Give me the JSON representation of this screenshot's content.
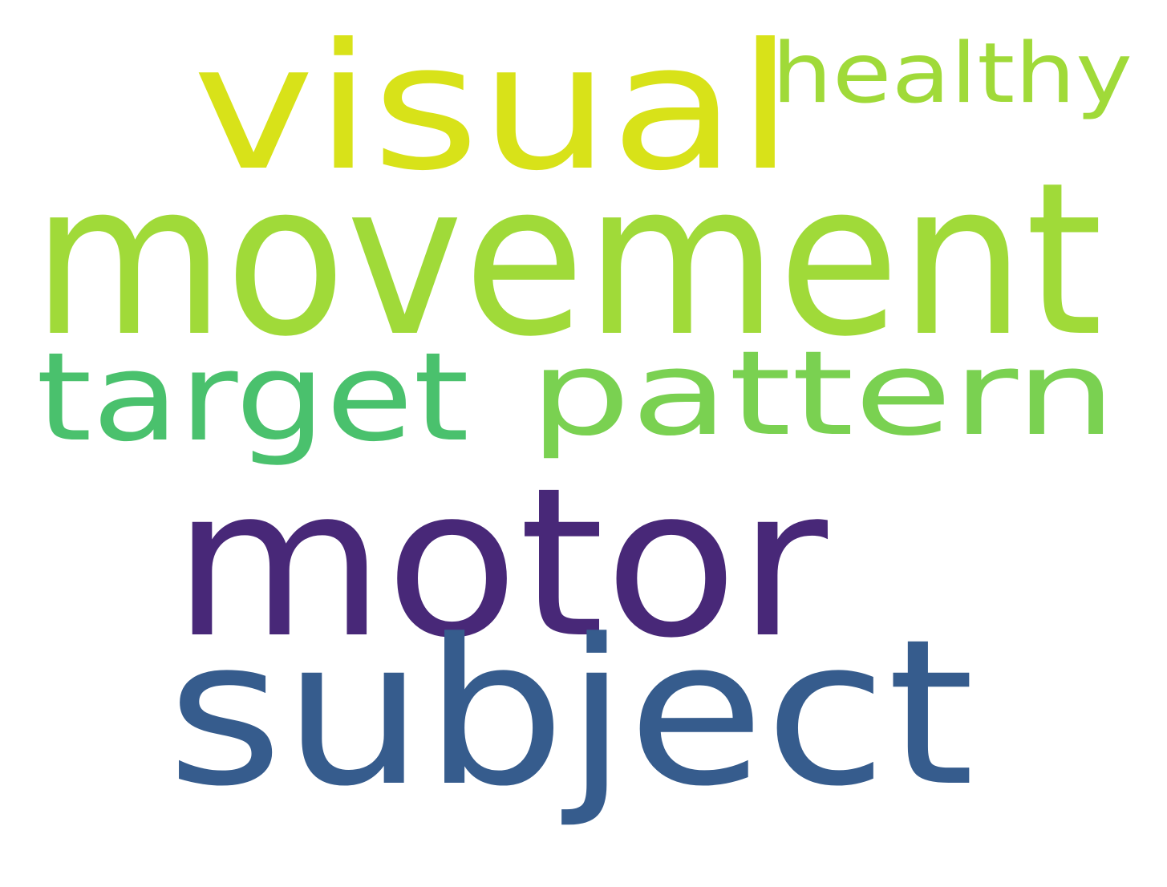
{
  "word_cloud": {
    "words": [
      {
        "id": "visual",
        "text": "visual",
        "color": "#d8e219"
      },
      {
        "id": "healthy",
        "text": "healthy",
        "color": "#a0da39"
      },
      {
        "id": "movement",
        "text": "movement",
        "color": "#a0da39"
      },
      {
        "id": "target",
        "text": "target",
        "color": "#4ac16d"
      },
      {
        "id": "pattern",
        "text": "pattern",
        "color": "#7ad151"
      },
      {
        "id": "motor",
        "text": "motor",
        "color": "#482878"
      },
      {
        "id": "subject",
        "text": "subject",
        "color": "#365c8d"
      }
    ]
  }
}
